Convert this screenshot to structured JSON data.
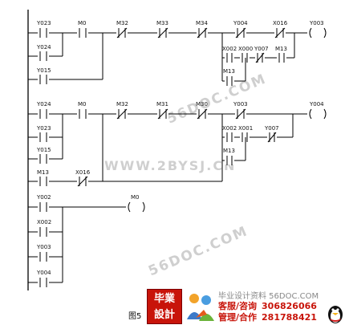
{
  "rung1": {
    "contacts": [
      "Y023",
      "M0",
      "M32",
      "M33",
      "M34",
      "Y004",
      "X016"
    ],
    "coil": "Y003",
    "parallel": [
      "Y024",
      "Y015"
    ],
    "sub_branch": [
      "X002",
      "X000",
      "Y007",
      "M13",
      "M13"
    ]
  },
  "rung2": {
    "contacts": [
      "Y024",
      "M0",
      "M32",
      "M31",
      "M30",
      "Y003"
    ],
    "coil": "Y004",
    "parallel": [
      "Y023",
      "Y015"
    ],
    "sub_branch": [
      "X002",
      "X001",
      "Y007",
      "M13"
    ],
    "extra": [
      "M13",
      "X016"
    ]
  },
  "rung3": {
    "contacts": [
      "Y002",
      "X002",
      "Y003",
      "Y004"
    ],
    "coil": "M0"
  },
  "watermarks": [
    "56DOC.COM",
    "WWW.2BYSJ.CN",
    "56DOC.COM"
  ],
  "footer": {
    "caption": "图5",
    "logo_top": "毕業",
    "logo_bottom": "設計",
    "site_title": "毕业设计资料 56DOC.COM",
    "row1_key": "客服/咨询",
    "row1_val": "306826066",
    "row2_key": "管理/合作",
    "row2_val": "281788421"
  },
  "colors": {
    "line": "#000000",
    "watermark": "#cfcfcf",
    "brand": "#c8140a"
  },
  "icons": [
    "people-icon",
    "penguin-icon"
  ]
}
